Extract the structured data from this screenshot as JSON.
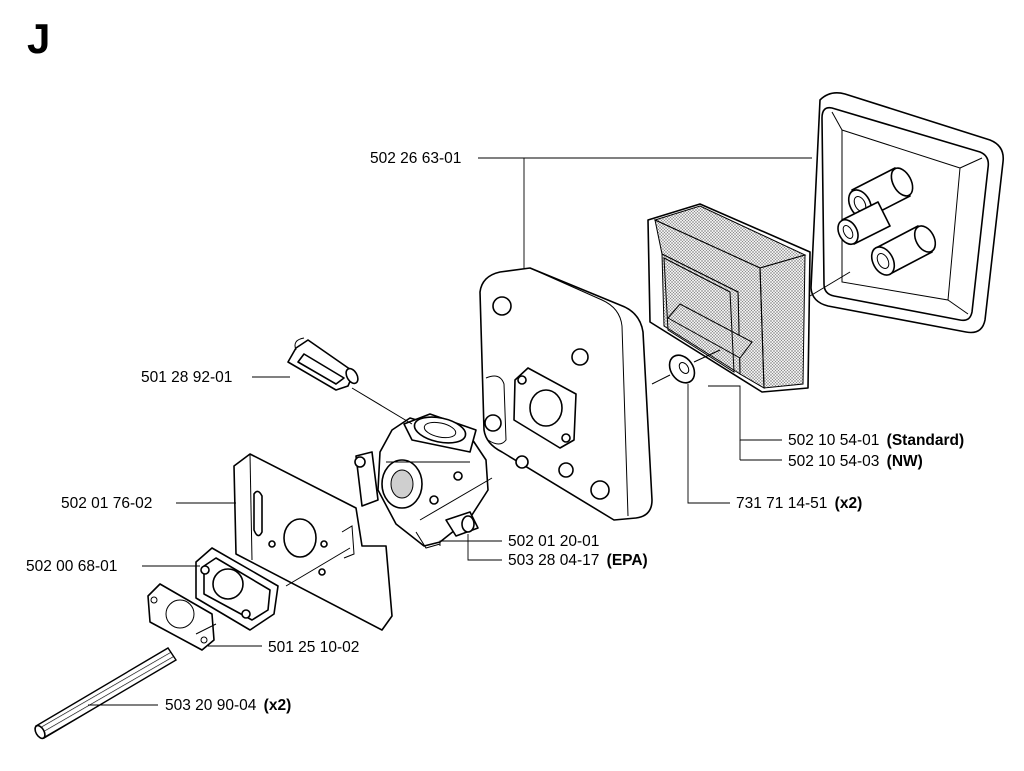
{
  "section": "J",
  "parts": [
    {
      "number": "502 26 63-01",
      "note": ""
    },
    {
      "number": "501 28 92-01",
      "note": ""
    },
    {
      "number": "502 10 54-01",
      "note": "(Standard)"
    },
    {
      "number": "502 10 54-03",
      "note": "(NW)"
    },
    {
      "number": "731 71 14-51",
      "note": "(x2)"
    },
    {
      "number": "502 01 76-02",
      "note": ""
    },
    {
      "number": "502 01 20-01",
      "note": ""
    },
    {
      "number": "503 28 04-17",
      "note": "(EPA)"
    },
    {
      "number": "502 00 68-01",
      "note": ""
    },
    {
      "number": "501 25 10-02",
      "note": ""
    },
    {
      "number": "503 20 90-04",
      "note": "(x2)"
    }
  ]
}
